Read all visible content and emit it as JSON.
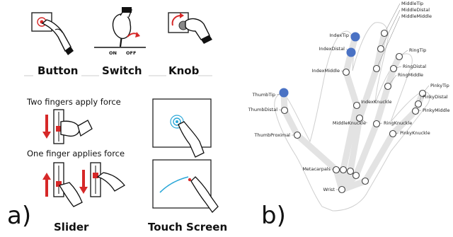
{
  "panel_a": {
    "letter": "a)",
    "captions": {
      "button": "Button",
      "switch": "Switch",
      "knob": "Knob",
      "slider": "Slider",
      "touch_screen": "Touch Screen"
    },
    "switch_labels": {
      "on": "ON",
      "off": "OFF"
    },
    "slider_notes": {
      "two_fingers": "Two fingers apply force",
      "one_finger": "One finger applies force"
    },
    "accent_color": "#d62828",
    "touch_color": "#2aa7d8"
  },
  "panel_b": {
    "letter": "b)",
    "highlight_color": "#4a72c4",
    "joints": [
      {
        "id": "middle-tip",
        "label": "MiddleTip",
        "highlighted": false
      },
      {
        "id": "middle-distal",
        "label": "MiddleDistal",
        "highlighted": false
      },
      {
        "id": "middle-middle",
        "label": "MiddleMiddle",
        "highlighted": false
      },
      {
        "id": "index-tip",
        "label": "IndexTip",
        "highlighted": true
      },
      {
        "id": "index-distal",
        "label": "IndexDistal",
        "highlighted": true
      },
      {
        "id": "index-middle",
        "label": "IndexMiddle",
        "highlighted": false
      },
      {
        "id": "ring-tip",
        "label": "RingTip",
        "highlighted": false
      },
      {
        "id": "ring-distal",
        "label": "RingDistal",
        "highlighted": false
      },
      {
        "id": "ring-middle",
        "label": "RingMiddle",
        "highlighted": false
      },
      {
        "id": "pinky-tip",
        "label": "PinkyTip",
        "highlighted": false
      },
      {
        "id": "pinky-distal",
        "label": "PinkyDistal",
        "highlighted": false
      },
      {
        "id": "pinky-middle",
        "label": "PinkyMiddle",
        "highlighted": false
      },
      {
        "id": "index-knuckle",
        "label": "IndexKnuckle",
        "highlighted": false
      },
      {
        "id": "middle-knuckle",
        "label": "MiddleKnuckle",
        "highlighted": false
      },
      {
        "id": "ring-knuckle",
        "label": "RingKnuckle",
        "highlighted": false
      },
      {
        "id": "pinky-knuckle",
        "label": "PinkyKnuckle",
        "highlighted": false
      },
      {
        "id": "thumb-tip",
        "label": "ThumbTip",
        "highlighted": true
      },
      {
        "id": "thumb-distal",
        "label": "ThumbDistal",
        "highlighted": false
      },
      {
        "id": "thumb-proximal",
        "label": "ThumbProximal",
        "highlighted": false
      },
      {
        "id": "metacarpals",
        "label": "Metacarpals",
        "highlighted": false
      },
      {
        "id": "wrist",
        "label": "Wrist",
        "highlighted": false
      }
    ]
  }
}
